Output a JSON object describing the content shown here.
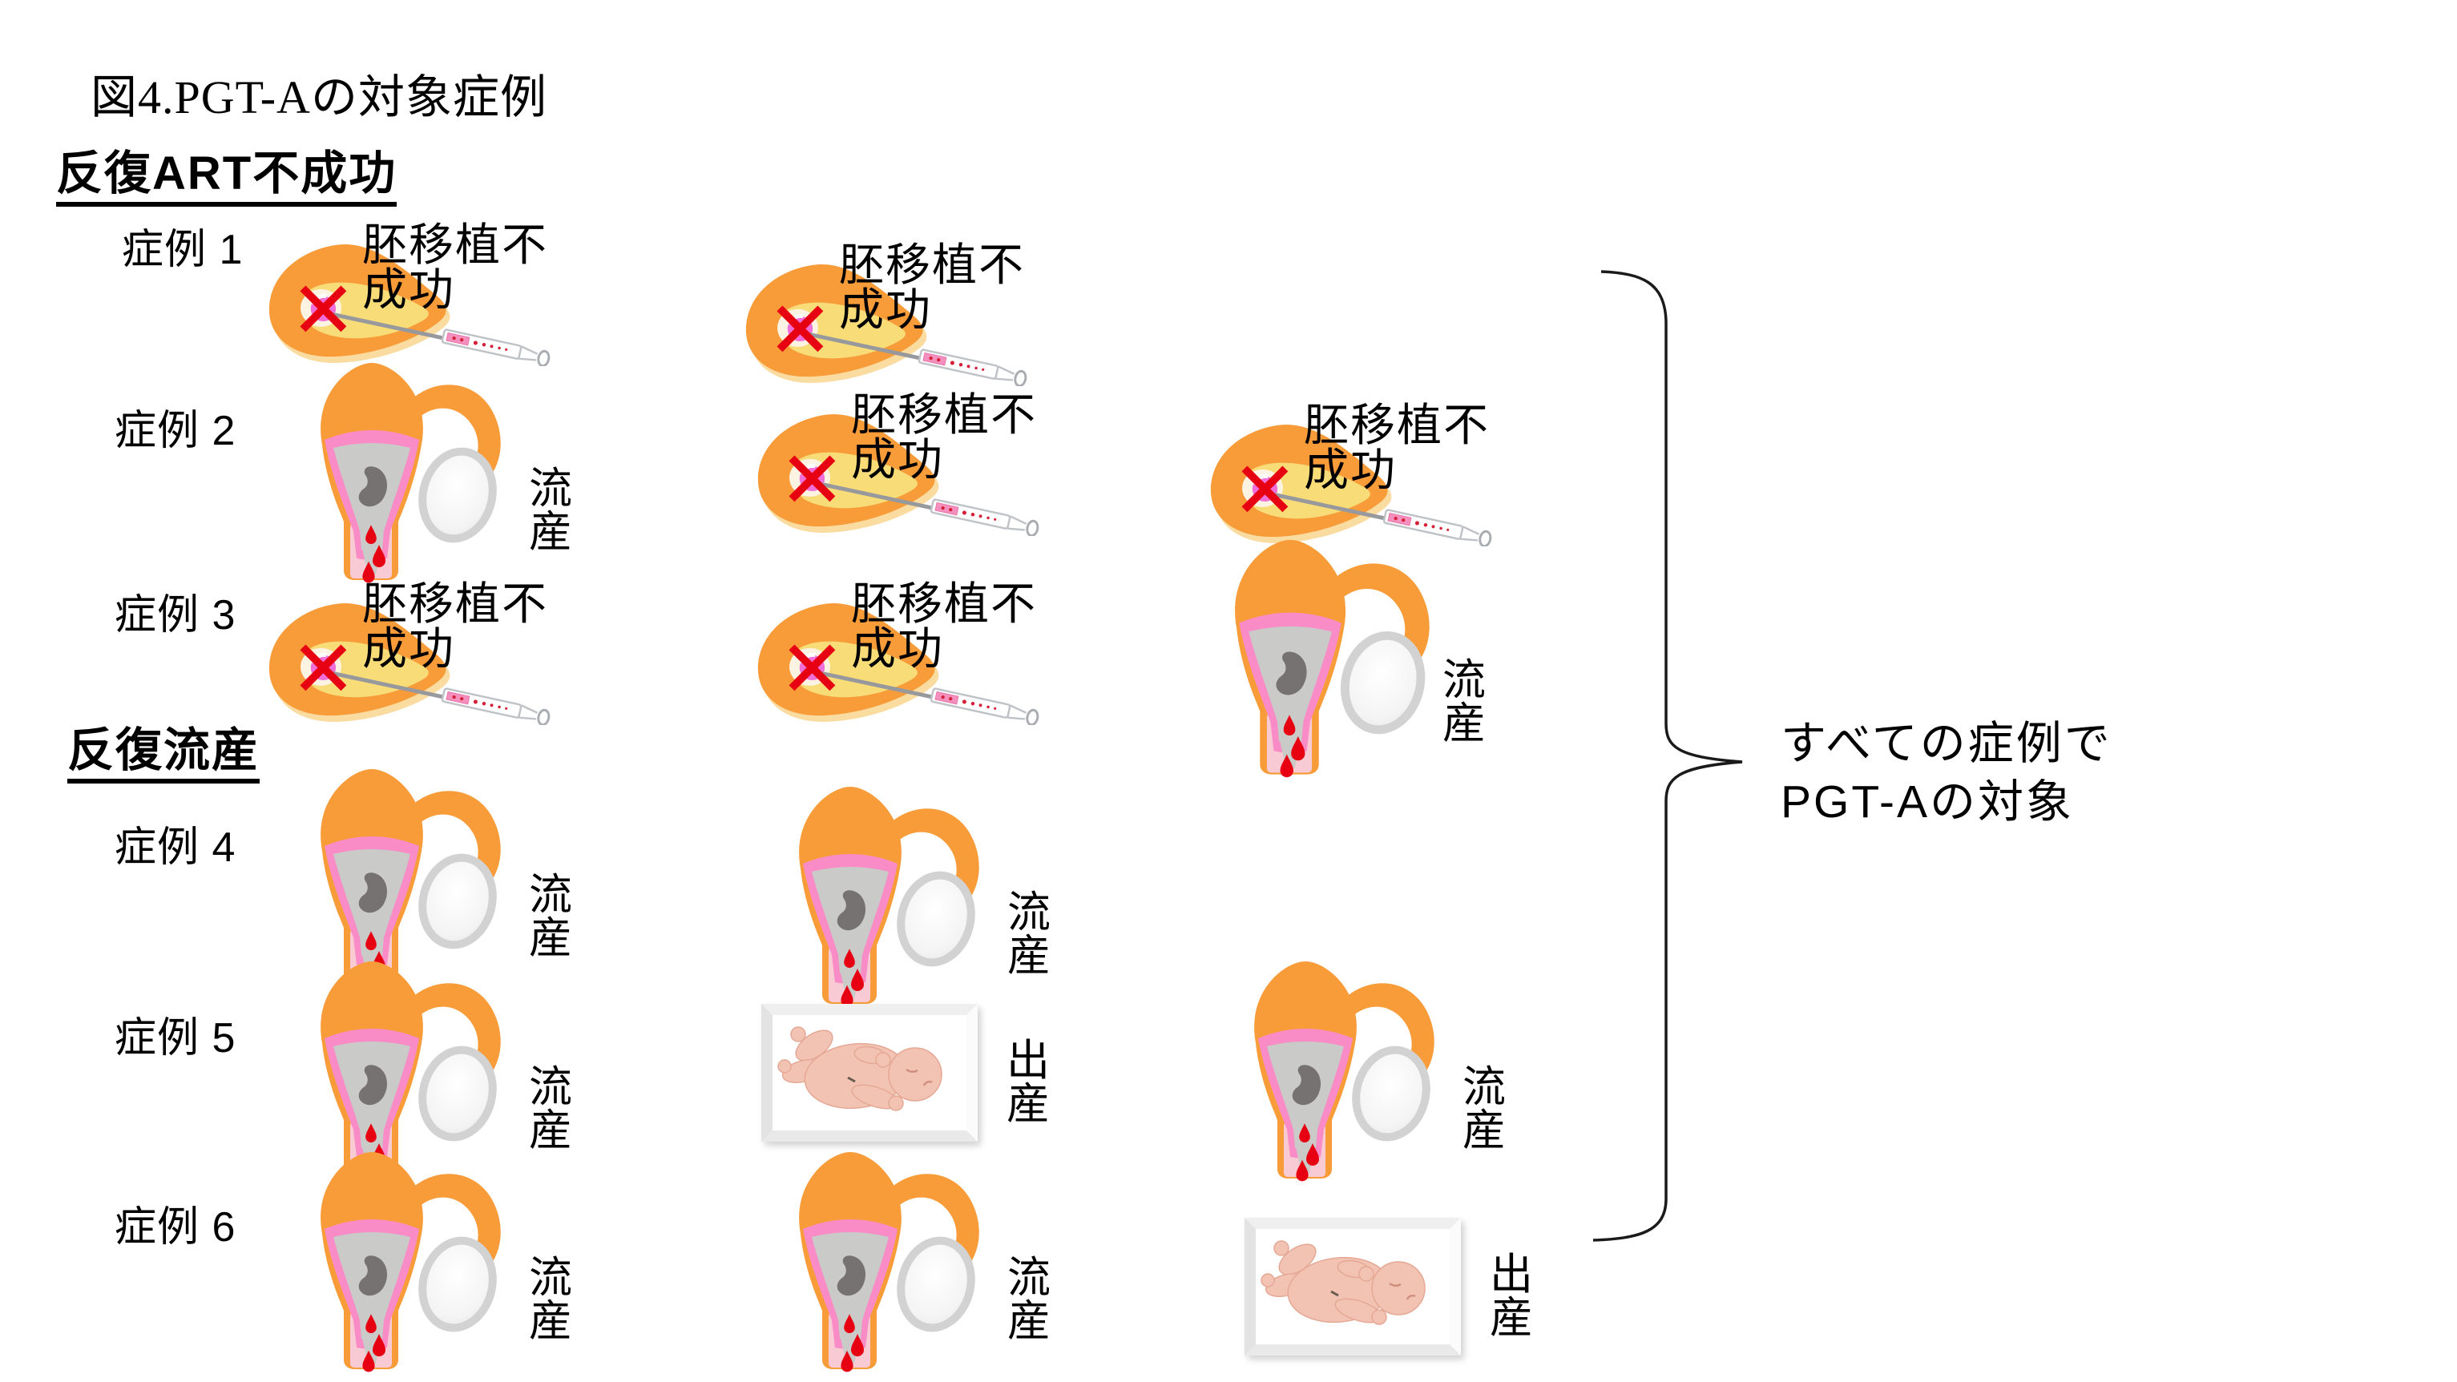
{
  "figure": {
    "title": "図4.PGT-Aの対象症例",
    "annotation": {
      "line1": "すべての症例で",
      "line2": "PGT-Aの対象"
    }
  },
  "icons": {
    "embryo-transfer-failure": "uterus-side-view-catheter-red-cross-icon",
    "miscarriage": "bleeding-uterus-front-view-icon",
    "birth": "newborn-baby-photo"
  },
  "colors": {
    "orange": "#F89C3A",
    "yellow": "#F8DC77",
    "embryo-pink": "#F06ED8",
    "cross-red": "#E60012",
    "lining-pink": "#F98CC6",
    "cavity-gray": "#CACAC8",
    "fetus-gray": "#767271",
    "blood-red": "#E60012",
    "vagina-pink": "#F8CAD4",
    "ovary-ring": "#D2D2D2",
    "baby-skin": "#F2C3B3"
  },
  "sections": [
    {
      "heading": "反復ART不成功",
      "cases": [
        {
          "name": "症例 1",
          "items": [
            {
              "type": "embryo-transfer-failure",
              "label": "胚移植不成功"
            },
            {
              "type": "embryo-transfer-failure",
              "label": "胚移植不成功"
            }
          ]
        },
        {
          "name": "症例 2",
          "items": [
            {
              "type": "miscarriage",
              "label": "流産"
            },
            {
              "type": "embryo-transfer-failure",
              "label": "胚移植不成功"
            },
            {
              "type": "embryo-transfer-failure",
              "label": "胚移植不成功"
            }
          ]
        },
        {
          "name": "症例 3",
          "items": [
            {
              "type": "embryo-transfer-failure",
              "label": "胚移植不成功"
            },
            {
              "type": "embryo-transfer-failure",
              "label": "胚移植不成功"
            },
            {
              "type": "miscarriage",
              "label": "流産"
            }
          ]
        }
      ]
    },
    {
      "heading": "反復流産",
      "cases": [
        {
          "name": "症例 4",
          "items": [
            {
              "type": "miscarriage",
              "label": "流産"
            },
            {
              "type": "miscarriage",
              "label": "流産"
            }
          ]
        },
        {
          "name": "症例 5",
          "items": [
            {
              "type": "miscarriage",
              "label": "流産"
            },
            {
              "type": "birth",
              "label": "出産"
            },
            {
              "type": "miscarriage",
              "label": "流産"
            }
          ]
        },
        {
          "name": "症例 6",
          "items": [
            {
              "type": "miscarriage",
              "label": "流産"
            },
            {
              "type": "miscarriage",
              "label": "流産"
            },
            {
              "type": "birth",
              "label": "出産"
            }
          ]
        }
      ]
    }
  ]
}
